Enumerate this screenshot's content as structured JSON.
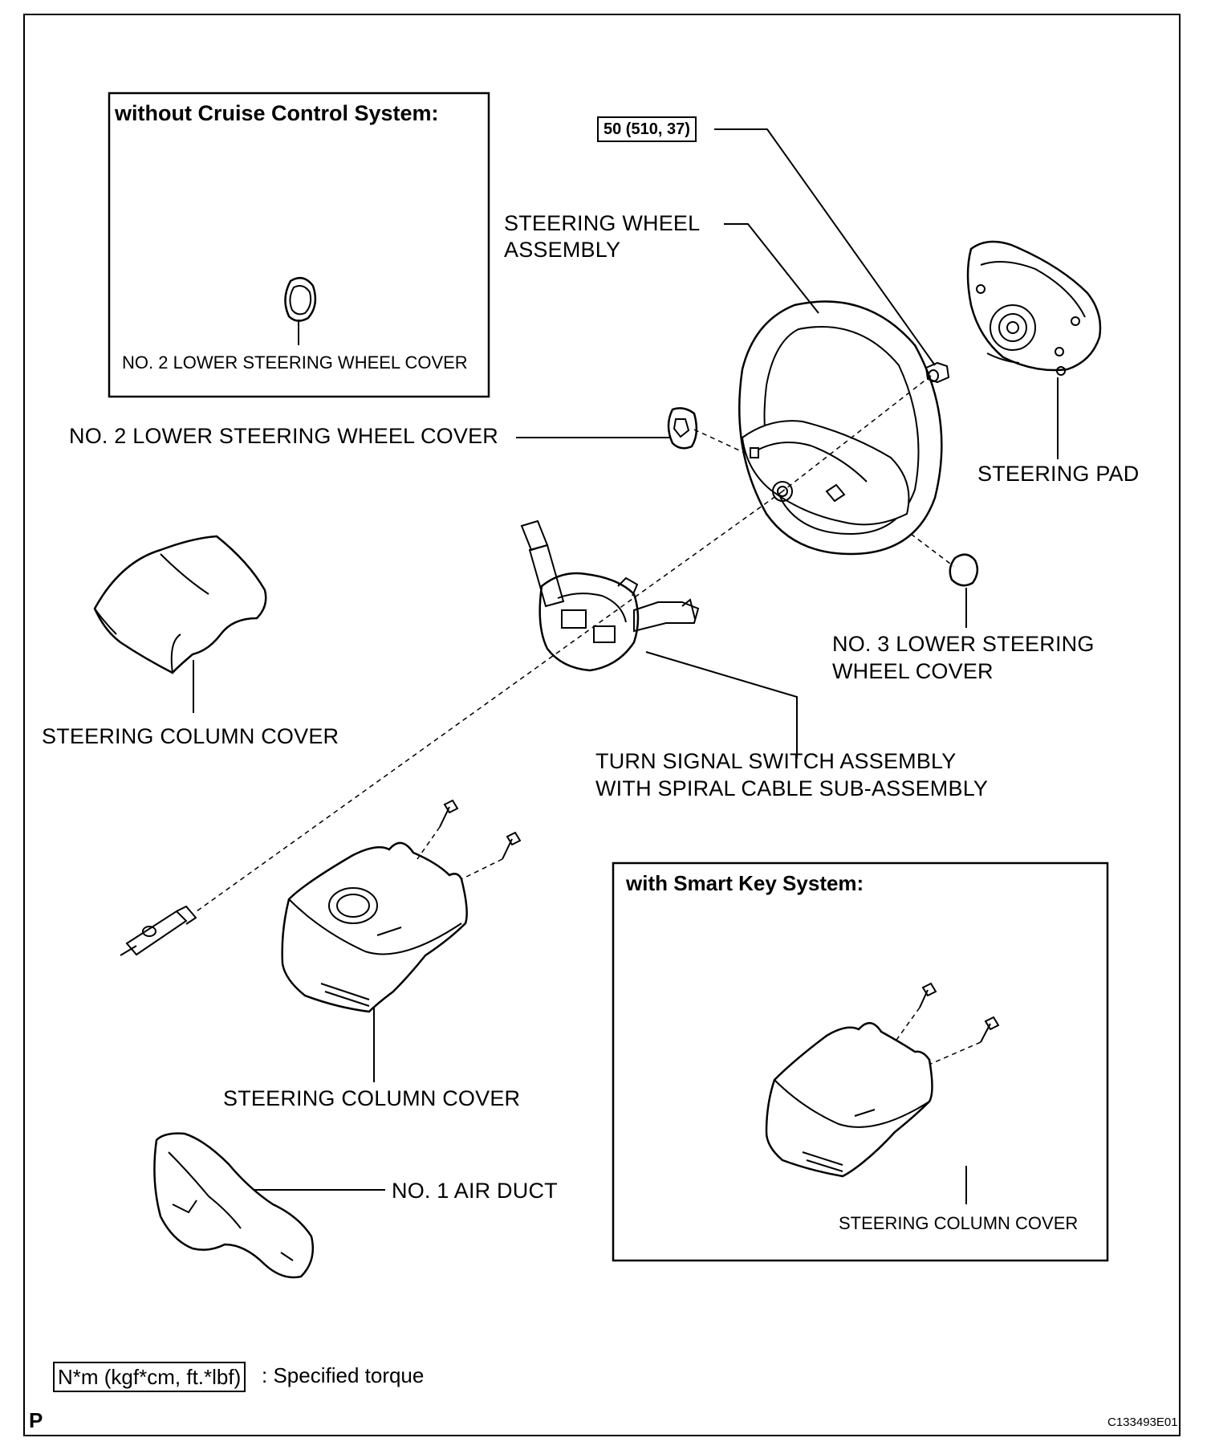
{
  "inset_top": {
    "title": "without Cruise Control System:",
    "part_label": "NO. 2 LOWER STEERING WHEEL COVER"
  },
  "inset_bottom": {
    "title": "with Smart Key System:",
    "part_label": "STEERING COLUMN COVER"
  },
  "torque": {
    "value": "50 (510, 37)"
  },
  "labels": {
    "steering_wheel_line1": "STEERING WHEEL",
    "steering_wheel_line2": "ASSEMBLY",
    "steering_pad": "STEERING PAD",
    "no2_cover": "NO. 2 LOWER STEERING WHEEL COVER",
    "no3_cover_line1": "NO. 3 LOWER STEERING",
    "no3_cover_line2": "WHEEL COVER",
    "column_cover_upper": "STEERING COLUMN COVER",
    "turn_signal_line1": "TURN SIGNAL SWITCH ASSEMBLY",
    "turn_signal_line2": "WITH SPIRAL CABLE SUB-ASSEMBLY",
    "column_cover_lower": "STEERING COLUMN COVER",
    "air_duct": "NO. 1 AIR DUCT"
  },
  "legend": {
    "box": "N*m (kgf*cm, ft.*lbf)",
    "text": ": Specified torque"
  },
  "corner_mark": "P",
  "figure_code": "C133493E01"
}
